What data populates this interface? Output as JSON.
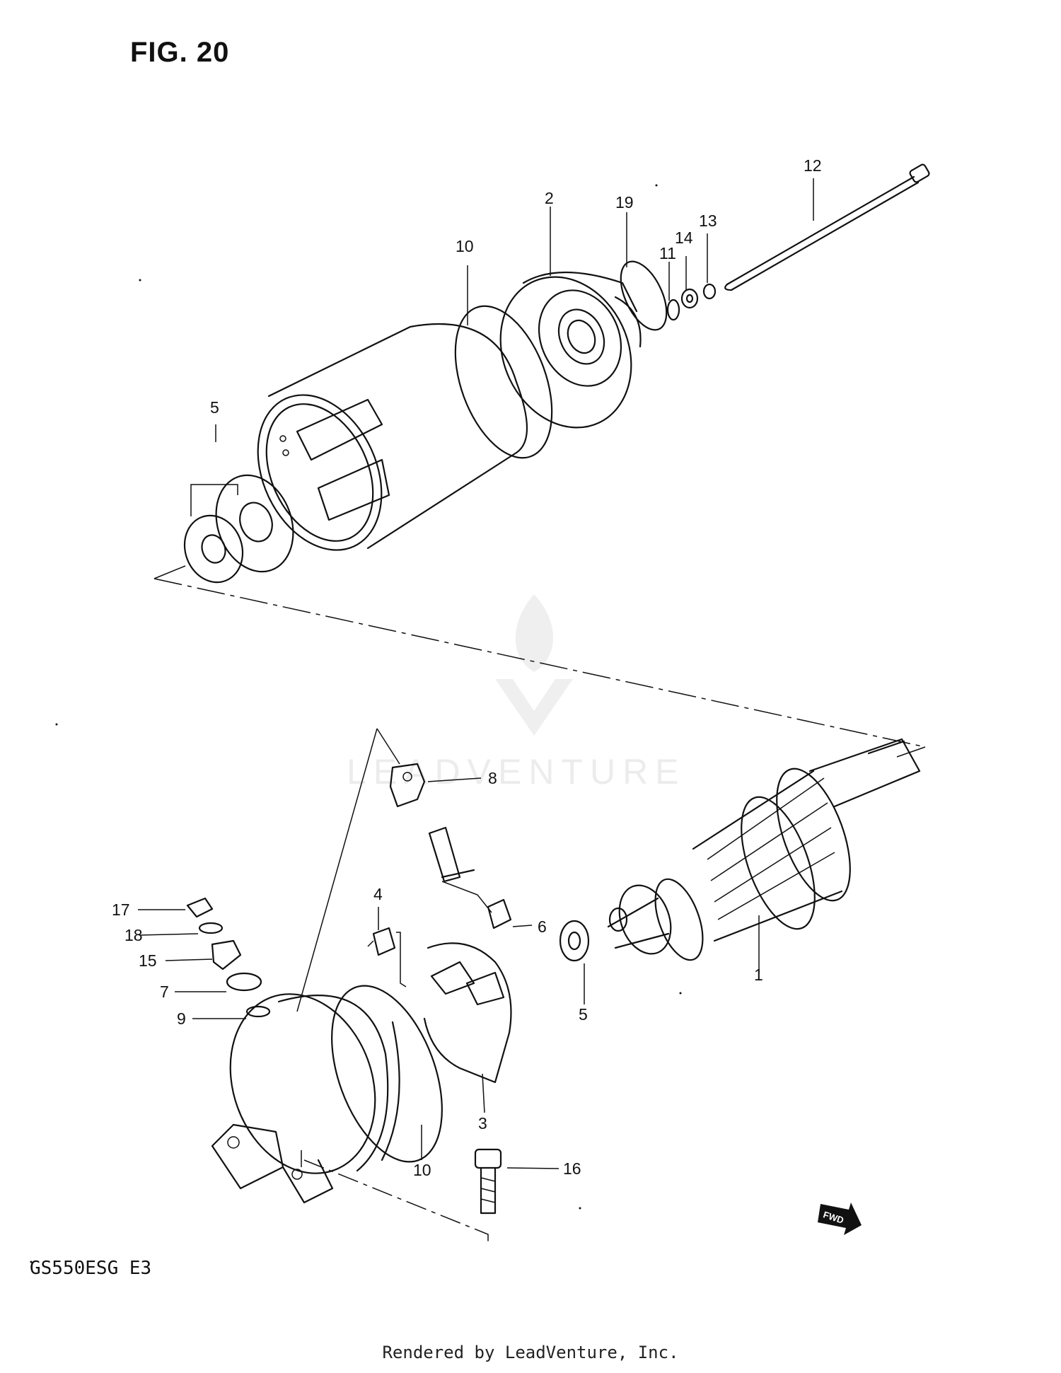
{
  "figure": {
    "title": "FIG. 20",
    "model_code": "GS550ESG  E3",
    "footer": "Rendered by LeadVenture, Inc.",
    "watermark": "LEADVENTURE",
    "fwd_arrow_label": "FWD"
  },
  "callouts": {
    "c1": "1",
    "c2": "2",
    "c3": "3",
    "c4": "4",
    "c5a": "5",
    "c5b": "5",
    "c6": "6",
    "c7": "7",
    "c8": "8",
    "c9": "9",
    "c10a": "10",
    "c10b": "10",
    "c11": "11",
    "c12": "12",
    "c13": "13",
    "c14": "14",
    "c15": "15",
    "c16": "16",
    "c17": "17",
    "c18": "18",
    "c19": "19"
  }
}
